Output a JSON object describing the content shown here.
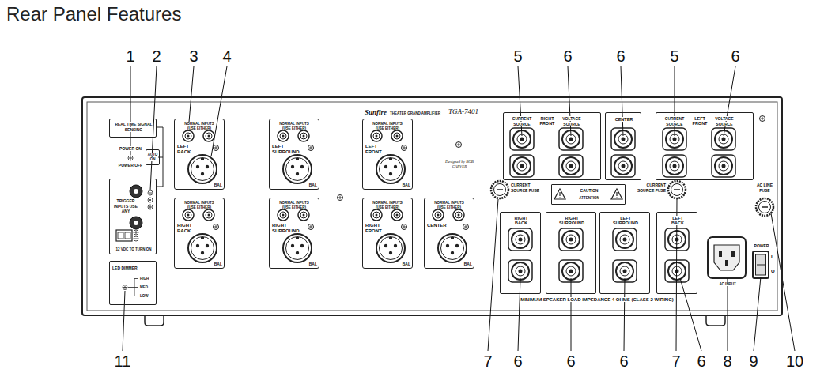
{
  "diagram": {
    "title": "Rear Panel Features",
    "nodes": [
      {
        "text": [
          "Sunfire",
          "THEATER GRAND AMPLIFIER",
          "TGA-7401",
          "Designed by BOB CARVER"
        ]
      },
      {
        "text": [
          "REAL TIME SIGNAL SENSING"
        ],
        "in": 0
      },
      {
        "text": [
          "AUTO ON"
        ],
        "in": 0
      },
      {
        "text": [
          "TRIGGER INPUTS USE ANY",
          "12 VDC TO TURN ON"
        ],
        "in": 0
      },
      {
        "text": [
          "LED DIMMER",
          "HIGH",
          "MED",
          "LOW"
        ],
        "in": 0
      },
      {
        "text": [
          "NORMAL INPUTS (USE EITHER)",
          "LEFT BACK",
          "BAL"
        ],
        "in": 0
      },
      {
        "text": [
          "NORMAL INPUTS (USE EITHER)",
          "RIGHT BACK",
          "BAL"
        ],
        "in": 0
      },
      {
        "text": [
          "NORMAL INPUTS (USE EITHER)",
          "LEFT SURROUND",
          "BAL"
        ],
        "in": 0
      },
      {
        "text": [
          "NORMAL INPUTS (USE EITHER)",
          "RIGHT SURROUND",
          "BAL"
        ],
        "in": 0
      },
      {
        "text": [
          "NORMAL INPUTS (USE EITHER)",
          "LEFT FRONT",
          "BAL"
        ],
        "in": 0
      },
      {
        "text": [
          "NORMAL INPUTS (USE EITHER)",
          "RIGHT FRONT",
          "BAL"
        ],
        "in": 0
      },
      {
        "text": [
          "NORMAL INPUTS (USE EITHER)",
          "CENTER",
          "BAL"
        ],
        "in": 0
      },
      {
        "text": [
          "CURRENT SOURCE",
          "RIGHT FRONT",
          "VOLTAGE SOURCE"
        ],
        "in": 0
      },
      {
        "text": [
          "CENTER"
        ],
        "in": 0
      },
      {
        "text": [
          "CURRENT SOURCE",
          "LEFT FRONT",
          "VOLTAGE SOURCE"
        ],
        "in": 0
      },
      {
        "text": [
          "CAUTION",
          "ATTENTION"
        ],
        "in": 0
      },
      {
        "text": [
          "RIGHT BACK"
        ],
        "in": 0
      },
      {
        "text": [
          "RIGHT SURROUND"
        ],
        "in": 0
      },
      {
        "text": [
          "LEFT SURROUND"
        ],
        "in": 0
      },
      {
        "text": [
          "LEFT BACK"
        ],
        "in": 0
      }
    ],
    "labels": [
      "1",
      "2",
      "3",
      "4",
      "5",
      "6",
      "6",
      "5",
      "6",
      "11",
      "7",
      "6",
      "6",
      "6",
      "7",
      "6",
      "8",
      "9",
      "10",
      "POWER ON",
      "POWER OFF",
      "CURRENT SOURCE FUSE",
      "CURRENT SOURCE FUSE",
      "AC LINE FUSE",
      "AC INPUT",
      "POWER",
      "I",
      "O",
      "MINIMUM SPEAKER LOAD IMPEDANCE 4 OHMS (CLASS 2 WIRING)"
    ]
  }
}
